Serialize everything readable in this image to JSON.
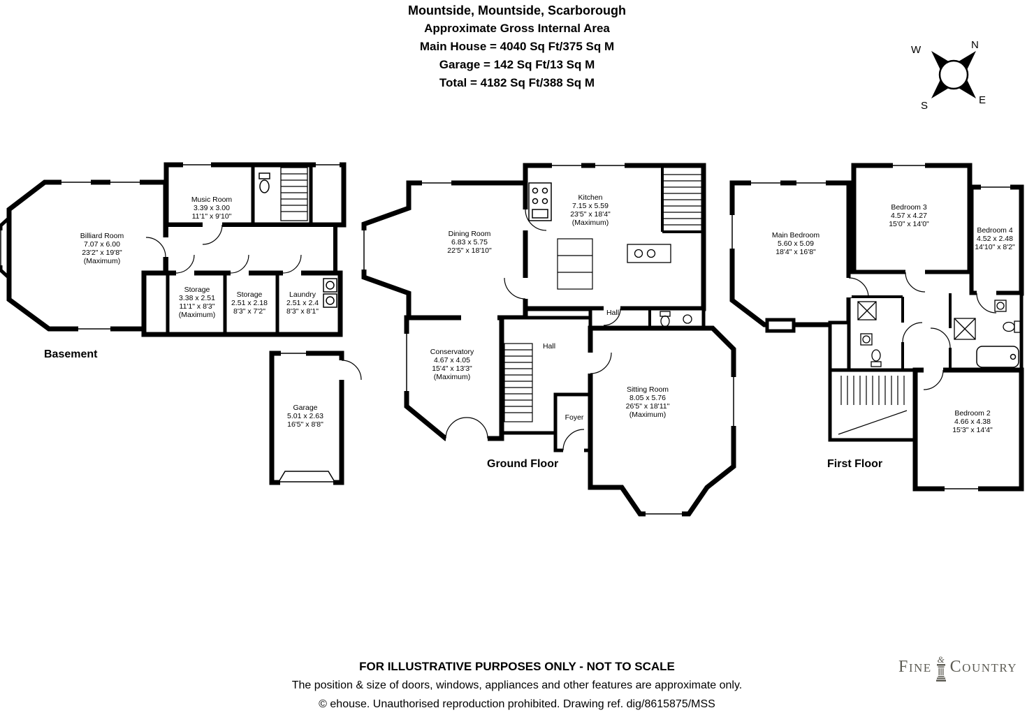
{
  "header": {
    "title": "Mountside, Mountside, Scarborough",
    "subtitle": "Approximate Gross Internal Area",
    "area_main": "Main House = 4040 Sq Ft/375 Sq M",
    "area_garage": "Garage = 142 Sq Ft/13 Sq M",
    "area_total": "Total = 4182 Sq Ft/388 Sq M"
  },
  "compass": {
    "north": "N",
    "south": "S",
    "east": "E",
    "west": "W"
  },
  "floors": {
    "basement": {
      "label": "Basement",
      "rooms": [
        {
          "name": "Billiard Room",
          "metric": "7.07 x 6.00",
          "imperial": "23'2\" x 19'8\"",
          "note": "(Maximum)"
        },
        {
          "name": "Music Room",
          "metric": "3.39 x 3.00",
          "imperial": "11'1\" x 9'10\""
        },
        {
          "name": "Storage",
          "metric": "3.38 x 2.51",
          "imperial": "11'1\" x 8'3\"",
          "note": "(Maximum)"
        },
        {
          "name": "Storage",
          "metric": "2.51 x 2.18",
          "imperial": "8'3\" x 7'2\""
        },
        {
          "name": "Laundry",
          "metric": "2.51 x 2.4",
          "imperial": "8'3\" x 8'1\""
        },
        {
          "name": "Garage",
          "metric": "5.01 x 2.63",
          "imperial": "16'5\" x 8'8\""
        }
      ]
    },
    "ground": {
      "label": "Ground Floor",
      "rooms": [
        {
          "name": "Dining Room",
          "metric": "6.83 x 5.75",
          "imperial": "22'5\" x 18'10\""
        },
        {
          "name": "Kitchen",
          "metric": "7.15 x 5.59",
          "imperial": "23'5\" x 18'4\"",
          "note": "(Maximum)"
        },
        {
          "name": "Conservatory",
          "metric": "4.67 x 4.05",
          "imperial": "15'4\" x 13'3\"",
          "note": "(Maximum)"
        },
        {
          "name": "Sitting Room",
          "metric": "8.05 x 5.76",
          "imperial": "26'5\" x 18'11\"",
          "note": "(Maximum)"
        },
        {
          "name": "Hall"
        },
        {
          "name": "Hall"
        },
        {
          "name": "Foyer"
        }
      ]
    },
    "first": {
      "label": "First Floor",
      "rooms": [
        {
          "name": "Main Bedroom",
          "metric": "5.60 x 5.09",
          "imperial": "18'4\" x 16'8\""
        },
        {
          "name": "Bedroom 3",
          "metric": "4.57 x 4.27",
          "imperial": "15'0\" x 14'0\""
        },
        {
          "name": "Bedroom 4",
          "metric": "4.52 x 2.48",
          "imperial": "14'10\" x 8'2\""
        },
        {
          "name": "Bedroom 2",
          "metric": "4.66 x 4.38",
          "imperial": "15'3\" x 14'4\""
        }
      ]
    }
  },
  "footer": {
    "line1": "FOR ILLUSTRATIVE PURPOSES ONLY - NOT TO SCALE",
    "line2": "The position & size of doors, windows, appliances and other features are approximate only.",
    "line3": "© ehouse. Unauthorised reproduction prohibited. Drawing ref. dig/8615875/MSS"
  },
  "logo": {
    "word1": "Fine",
    "ampersand": "&",
    "word2": "Country"
  }
}
